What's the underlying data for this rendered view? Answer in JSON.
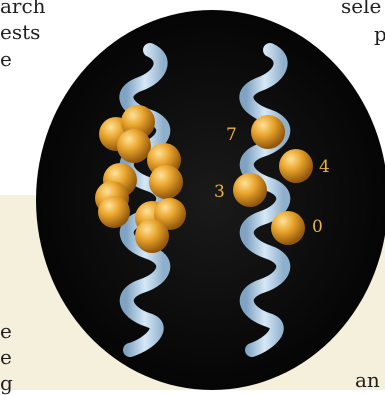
{
  "colors": {
    "page_top": "#ffffff",
    "page_bottom": "#f5f0dc",
    "disc": "#050505",
    "helix": "#b7d3ea",
    "helix_shade": "#7fa3c2",
    "sphere": "#e9a42c",
    "sphere_dark": "#a8650e",
    "label": "#e9b43f"
  },
  "text_fragments": {
    "top_left_1": "arch",
    "top_left_2": "ests",
    "top_left_3": "e",
    "top_right_1": "sele",
    "top_right_2": "p",
    "bottom_left_1": "e",
    "bottom_left_2": "e",
    "bottom_left_3": "g",
    "bottom_right_1": "an"
  },
  "figure": {
    "helix_left_icon": "alpha-helix-ribbon",
    "helix_right_icon": "alpha-helix-ribbon",
    "residue_labels": {
      "label_7": "7",
      "label_4": "4",
      "label_3": "3",
      "label_0": "0"
    }
  }
}
